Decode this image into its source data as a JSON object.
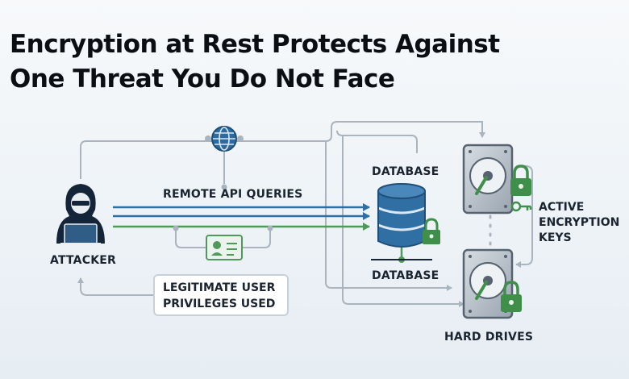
{
  "title": {
    "line1": "Encryption at Rest Protects Against",
    "line2": "One Threat You Do Not Face"
  },
  "labels": {
    "remote_api": "REMOTE API QUERIES",
    "attacker": "ATTACKER",
    "database_top": "DATABASE",
    "database_bottom": "DATABASE",
    "hard_drives": "HARD DRIVES",
    "privileges_line1": "LEGITIMATE USER",
    "privileges_line2": "PRIVILEGES USED",
    "keys_line1": "ACTIVE",
    "keys_line2": "ENCRYPTION",
    "keys_line3": "KEYS"
  },
  "colors": {
    "title": "#0b0f14",
    "connector": "#a9b4bf",
    "query_blue": "#2f6fa4",
    "query_green": "#4f9a5a",
    "lock_green": "#3f8f4a",
    "attacker_navy": "#14253a"
  }
}
